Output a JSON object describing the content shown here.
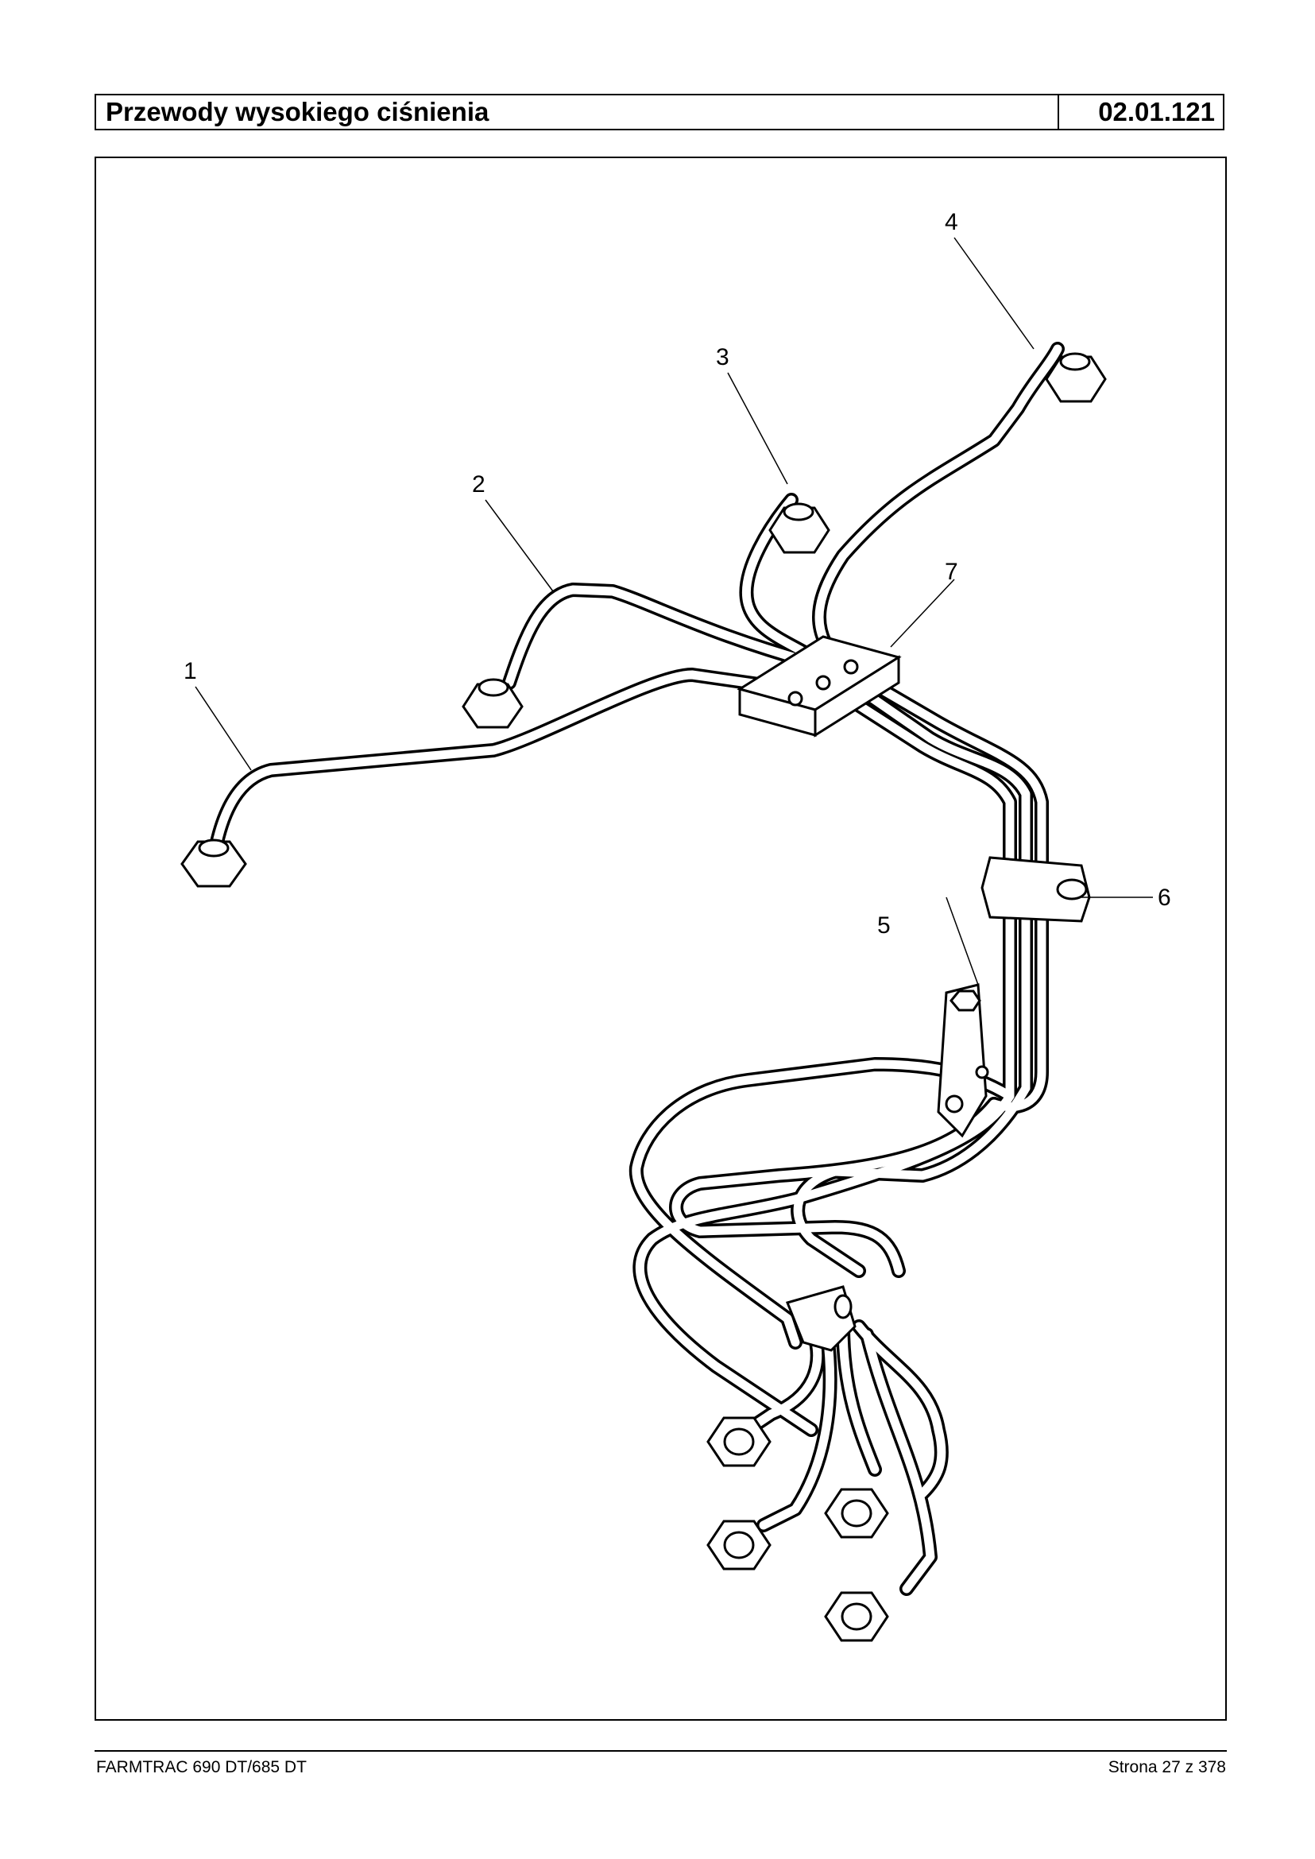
{
  "header": {
    "title": "Przewody wysokiego ciśnienia",
    "code": "02.01.121"
  },
  "figure": {
    "callouts": [
      "1",
      "2",
      "3",
      "4",
      "5",
      "6",
      "7"
    ]
  },
  "footer": {
    "left": "FARMTRAC 690 DT/685 DT",
    "right": "Strona 27 z 378"
  }
}
